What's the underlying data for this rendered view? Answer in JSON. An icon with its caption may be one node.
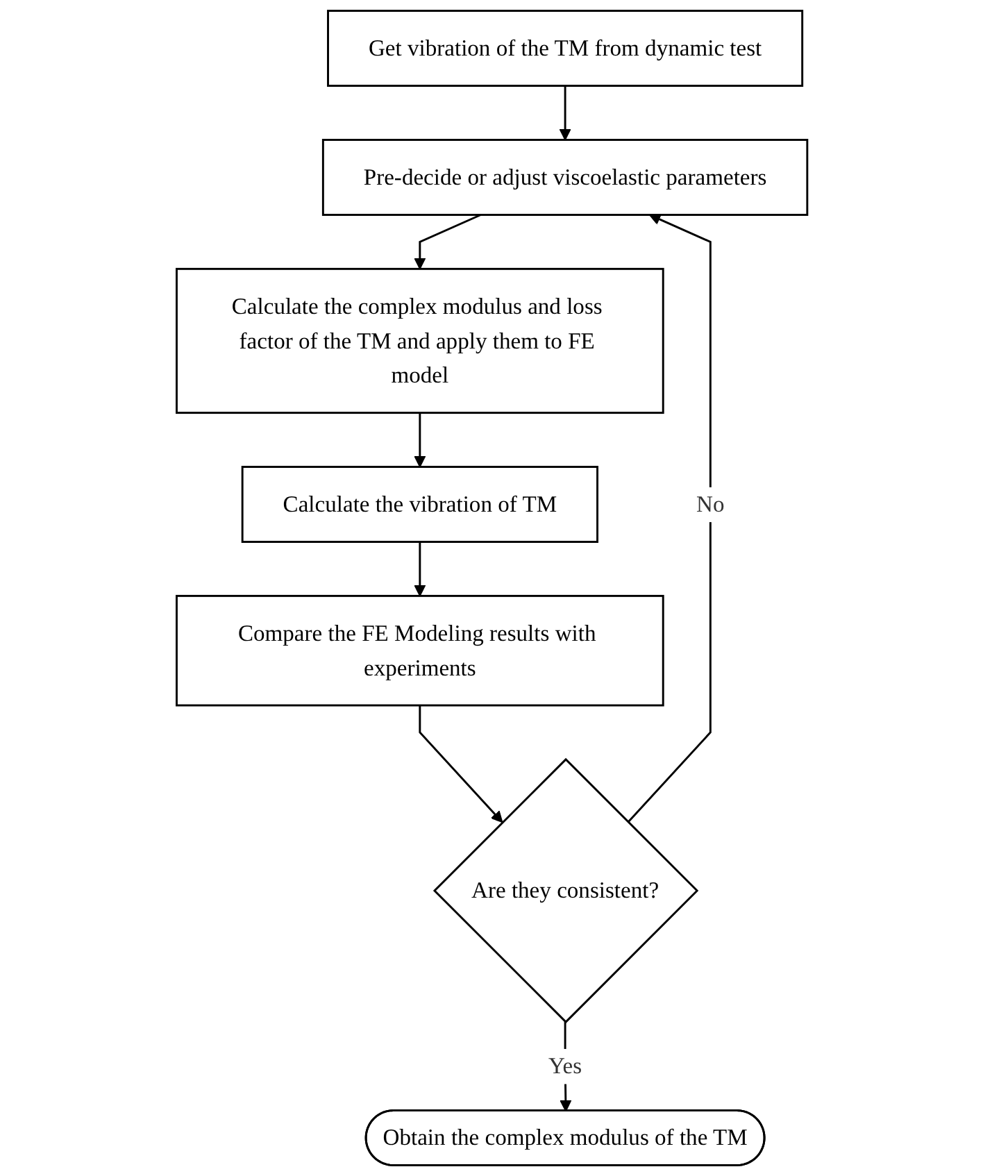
{
  "diagram": {
    "nodes": [
      {
        "text": [
          "Get vibration of the TM from dynamic test"
        ]
      },
      {
        "text": [
          "Pre-decide or adjust viscoelastic parameters"
        ]
      },
      {
        "text": [
          "Calculate the complex modulus and loss factor of the TM and apply them to FE model"
        ]
      },
      {
        "text": [
          "Calculate the vibration of TM"
        ]
      },
      {
        "text": [
          "Compare the FE Modeling results with experiments"
        ]
      },
      {
        "text": [
          "Are they consistent?"
        ]
      },
      {
        "text": [
          "Obtain the complex modulus of the TM"
        ]
      }
    ],
    "edges": [
      {
        "from": 0,
        "to": 1,
        "arrow": "to"
      },
      {
        "from": 1,
        "to": 2,
        "arrow": "to"
      },
      {
        "from": 2,
        "to": 3,
        "arrow": "to"
      },
      {
        "from": 3,
        "to": 4,
        "arrow": "to"
      },
      {
        "from": 4,
        "to": 5,
        "arrow": "to"
      },
      {
        "from": 5,
        "to": 1,
        "arrow": "to",
        "label": "No"
      },
      {
        "from": 5,
        "to": 6,
        "arrow": "to",
        "label": "Yes"
      }
    ]
  }
}
